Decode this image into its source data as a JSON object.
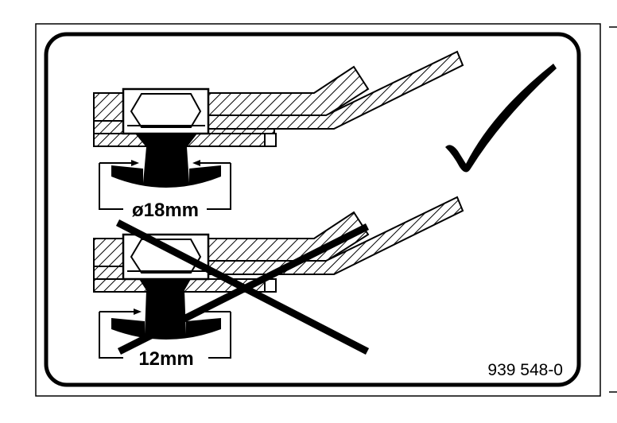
{
  "labels": {
    "correct_diameter": "ø18mm",
    "wrong_diameter": "12mm",
    "part_number": "939 548-0"
  },
  "icons": {
    "correct": "checkmark-icon",
    "incorrect": "cross-out-icon"
  },
  "colors": {
    "ink": "#000000",
    "paper": "#ffffff"
  }
}
